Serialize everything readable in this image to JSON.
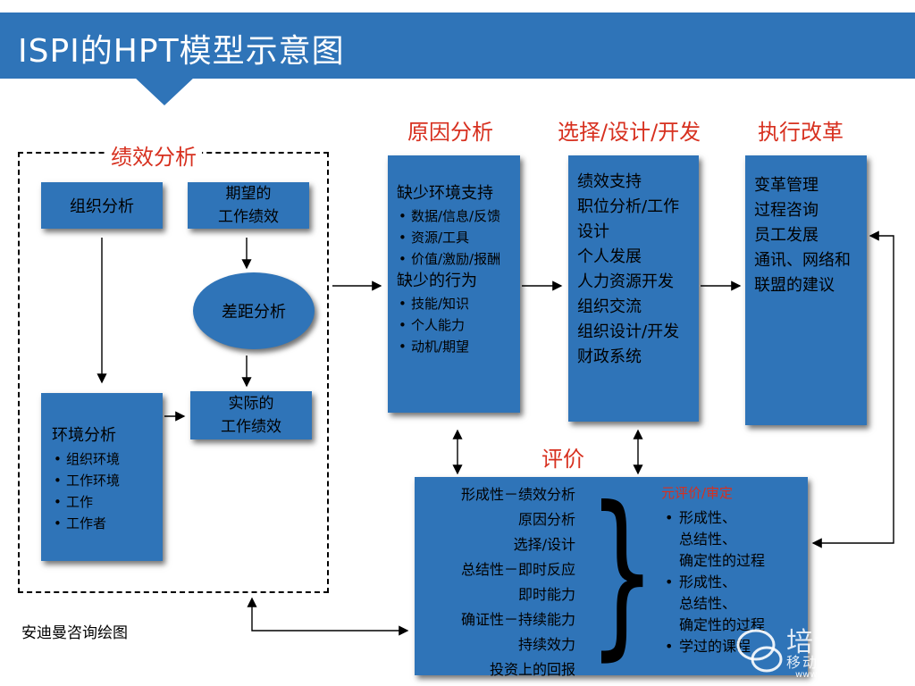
{
  "header": {
    "title": "ISPI的HPT模型示意图"
  },
  "performance_analysis": {
    "title": "绩效分析",
    "org_analysis": "组织分析",
    "expected": [
      "期望的",
      "工作绩效"
    ],
    "gap": "差距分析",
    "actual": [
      "实际的",
      "工作绩效"
    ],
    "env_analysis": {
      "title": "环境分析",
      "items": [
        "组织环境",
        "工作环境",
        "工作",
        "工作者"
      ]
    }
  },
  "cause_analysis": {
    "title": "原因分析",
    "group1": "缺少环境支持",
    "group1_items": [
      "数据/信息/反馈",
      "资源/工具",
      "价值/激励/报酬"
    ],
    "group2": "缺少的行为",
    "group2_items": [
      "技能/知识",
      "个人能力",
      "动机/期望"
    ]
  },
  "selection": {
    "title": "选择/设计/开发",
    "lines": [
      "绩效支持",
      "职位分析/工作",
      "设计",
      "个人发展",
      "人力资源开发",
      "组织交流",
      "组织设计/开发",
      "财政系统"
    ]
  },
  "implementation": {
    "title": "执行改革",
    "lines": [
      "变革管理",
      "过程咨询",
      "员工发展",
      "通讯、网络和",
      "联盟的建议"
    ]
  },
  "evaluation": {
    "title": "评价",
    "left": [
      "形成性－绩效分析",
      "原因分析",
      "选择/设计",
      "总结性－即时反应",
      "即时能力",
      "确证性－持续能力",
      "持续效力",
      "投资上的回报"
    ],
    "brace": "}",
    "right_title": "元评价/审定",
    "right_items": [
      [
        "形成性、",
        "总结性、",
        "确定性的过程"
      ],
      [
        "形成性、",
        "总结性、",
        "确定性的过程"
      ],
      [
        "学过的课程"
      ]
    ]
  },
  "footer": {
    "credit": "安迪曼咨询绘图"
  },
  "watermark": {
    "name": "培训江湖",
    "sub": "移动学习前沿",
    "url": "www.weixuexi.org"
  }
}
